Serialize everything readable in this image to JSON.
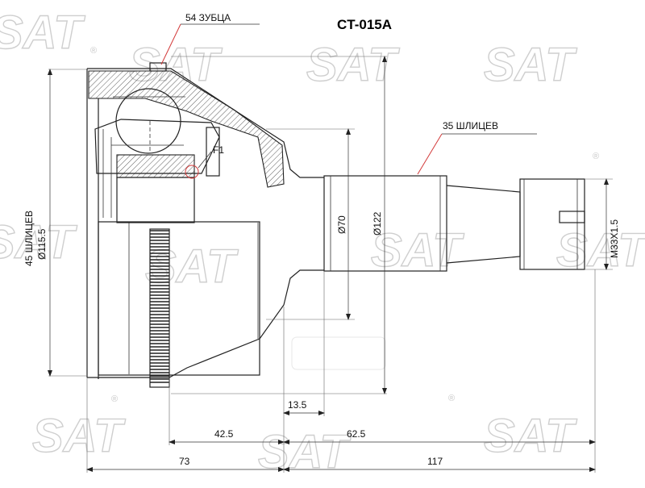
{
  "title": "CT-015A",
  "watermark": {
    "text": "SAT",
    "reg": "®"
  },
  "labels": {
    "teeth": "54 ЗУБЦА",
    "outer_splines": "35 ШЛИЦЕВ",
    "f1": "F1",
    "inner_splines": "45 ШЛИЦЕВ",
    "inner_diameter": "Ø115.5",
    "d70": "Ø70",
    "d122": "Ø122",
    "thread": "M33X1.5"
  },
  "dimensions": {
    "d13_5": "13.5",
    "d42_5": "42.5",
    "d62_5": "62.5",
    "d73": "73",
    "d117": "117"
  },
  "colors": {
    "watermark": "#cfcfcf",
    "outline": "#222222",
    "accent": "#d33a3a"
  }
}
